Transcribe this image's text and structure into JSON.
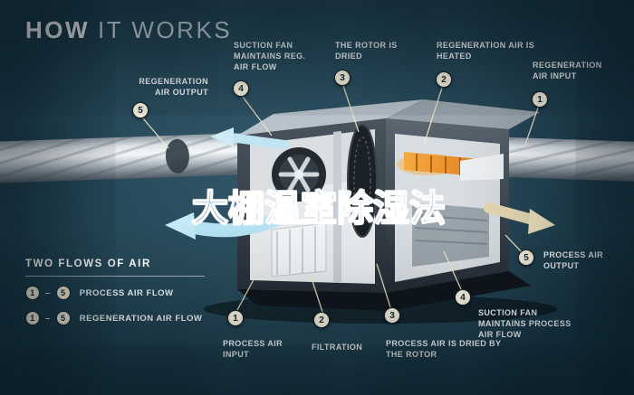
{
  "title": {
    "bold": "HOW",
    "light": "IT WORKS"
  },
  "overlay_text": "大棚温室除湿法",
  "top_callouts": [
    {
      "num": "5",
      "label": "REGENERATION AIR OUTPUT"
    },
    {
      "num": "4",
      "label": "SUCTION FAN MAINTAINS REG. AIR FLOW"
    },
    {
      "num": "3",
      "label": "THE ROTOR IS DRIED"
    },
    {
      "num": "2",
      "label": "REGENERATION AIR IS HEATED"
    },
    {
      "num": "1",
      "label": "REGENERATION AIR INPUT"
    }
  ],
  "bottom_callouts": [
    {
      "num": "1",
      "label": "PROCESS AIR INPUT"
    },
    {
      "num": "2",
      "label": "FILTRATION"
    },
    {
      "num": "3",
      "label": "PROCESS AIR IS DRIED BY THE ROTOR"
    },
    {
      "num": "4",
      "label": "SUCTION FAN MAINTAINS PROCESS AIR FLOW"
    },
    {
      "num": "5",
      "label": "PROCESS AIR OUTPUT"
    }
  ],
  "legend": {
    "heading": "TWO FLOWS OF AIR",
    "rows": [
      {
        "from": "1",
        "dash": "–",
        "to": "5",
        "label": "PROCESS AIR FLOW"
      },
      {
        "from": "1",
        "dash": "–",
        "to": "5",
        "label": "REGENERATION AIR FLOW"
      }
    ]
  },
  "colors": {
    "background": "#1d3d4d",
    "badge_fill": "#f6f1dd",
    "arrow_blue": "#bfe5f2",
    "arrow_tan": "#e9dcb6",
    "heater_orange": "#e8923a",
    "overlay_blue": "#2a6cd8"
  }
}
